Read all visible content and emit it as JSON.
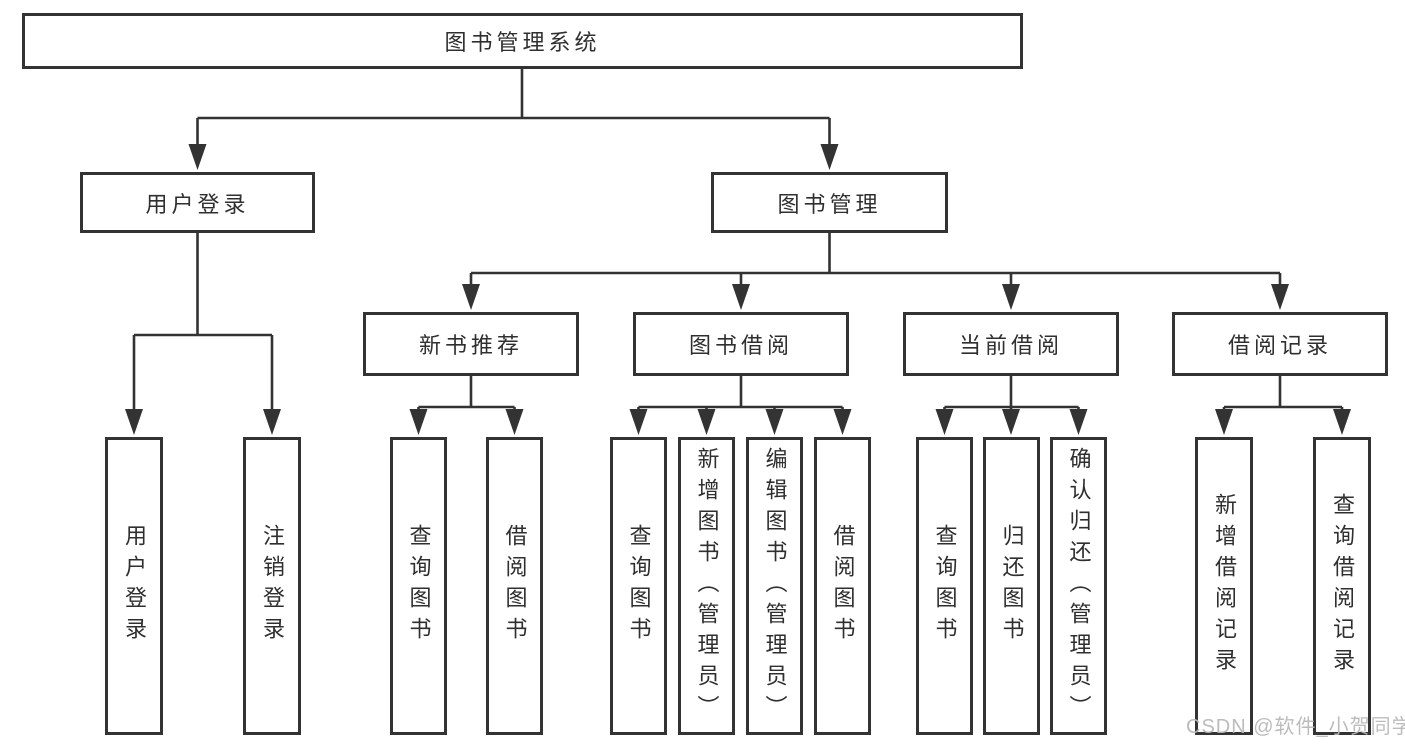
{
  "diagram": {
    "root": {
      "label": "图书管理系统"
    },
    "branches": {
      "user_login": {
        "label": "用户登录"
      },
      "book_mgmt": {
        "label": "图书管理"
      }
    },
    "modules": {
      "new_book": {
        "label": "新书推荐"
      },
      "borrow": {
        "label": "图书借阅"
      },
      "current": {
        "label": "当前借阅"
      },
      "record": {
        "label": "借阅记录"
      }
    },
    "leaves": {
      "ul_login": {
        "label": "用户登录"
      },
      "ul_logout": {
        "label": "注销登录"
      },
      "nb_query": {
        "label": "查询图书"
      },
      "nb_borrow": {
        "label": "借阅图书"
      },
      "bb_query": {
        "label": "查询图书"
      },
      "bb_add": {
        "label": "新增图书（管理员）"
      },
      "bb_edit": {
        "label": "编辑图书（管理员）"
      },
      "bb_borrow": {
        "label": "借阅图书"
      },
      "cb_query": {
        "label": "查询图书"
      },
      "cb_return": {
        "label": "归还图书"
      },
      "cb_confirm": {
        "label": "确认归还（管理员）"
      },
      "br_add": {
        "label": "新增借阅记录"
      },
      "br_query": {
        "label": "查询借阅记录"
      }
    }
  },
  "watermark": {
    "text": "CSDN @软件_小贺同学"
  },
  "colors": {
    "stroke": "#333333",
    "node_fill": "#ffffff",
    "background": "#ffffff",
    "watermark": "#b8b8b8"
  }
}
